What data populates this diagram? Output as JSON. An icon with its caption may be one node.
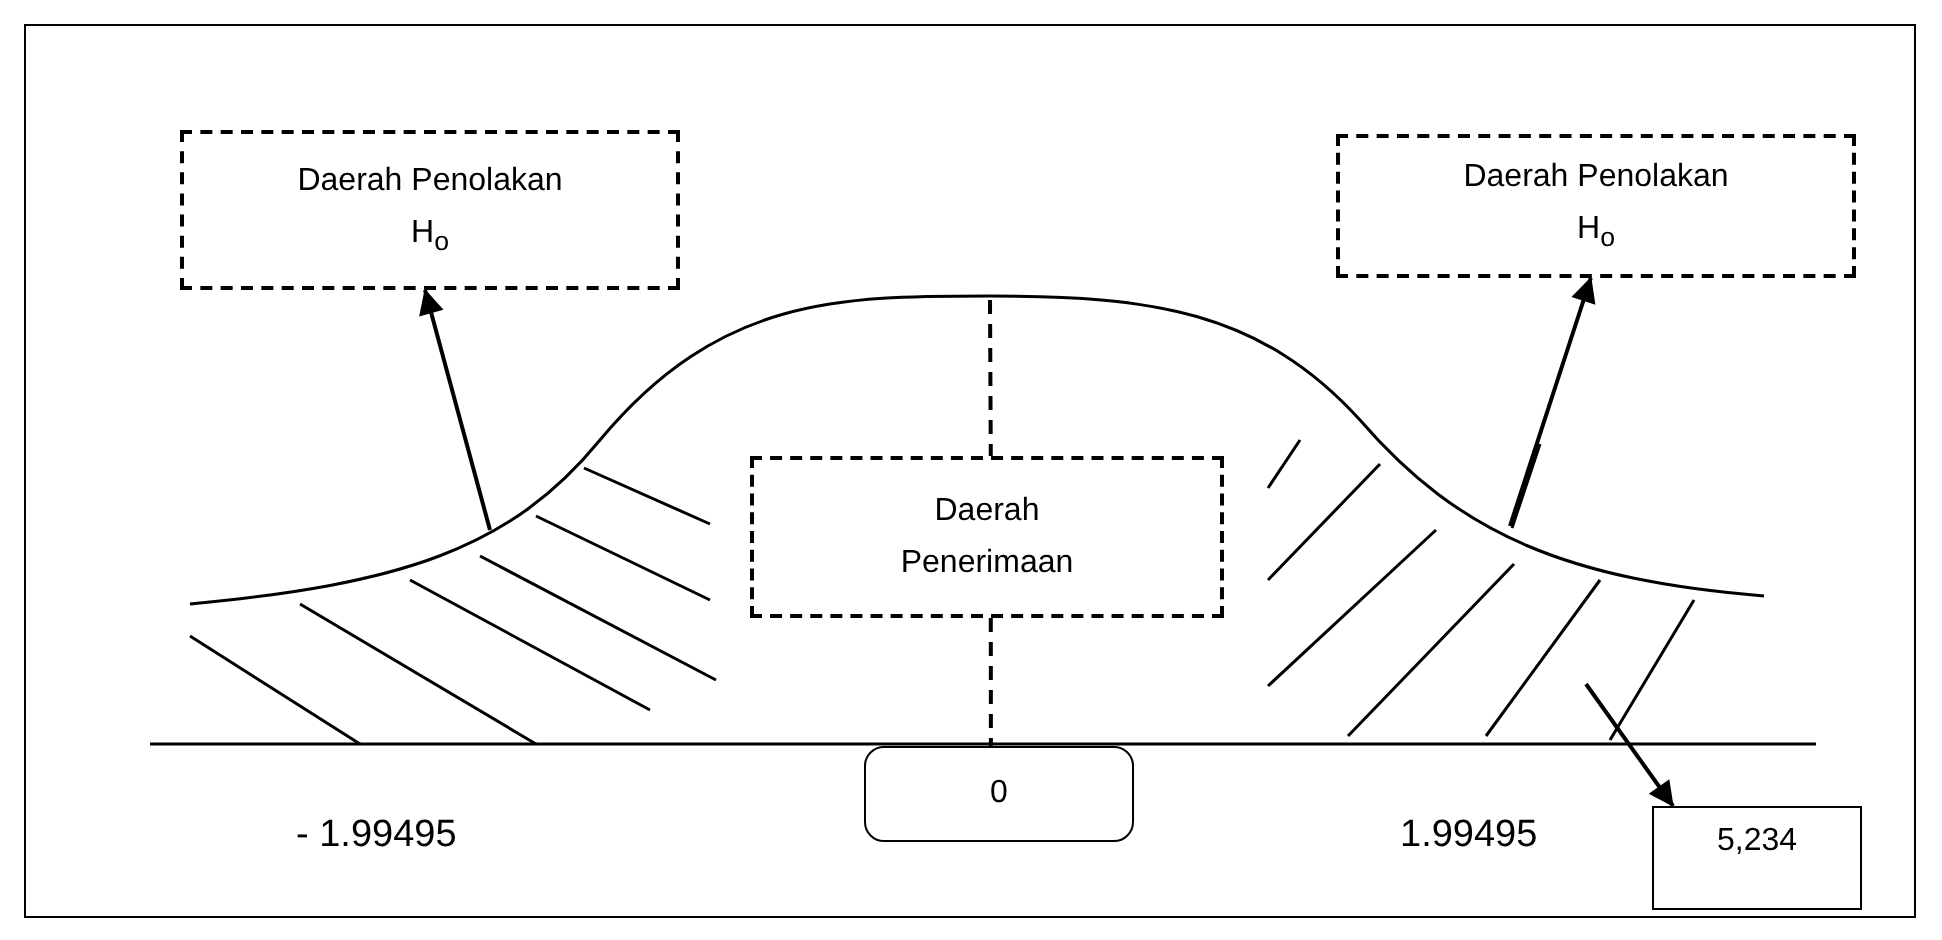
{
  "diagram": {
    "nodes": [
      {
        "text": [
          "Daerah Penolakan H$_{o}$"
        ]
      },
      {
        "text": [
          "Daerah Penolakan H$_{o}$"
        ]
      },
      {
        "text": [
          "Daerah Penerimaan"
        ]
      },
      {
        "text": [
          "0"
        ]
      },
      {
        "text": [
          "5,234"
        ]
      }
    ],
    "edges": [
      {
        "from": null,
        "to": 0,
        "arrow": "to"
      },
      {
        "from": null,
        "to": 1,
        "arrow": "to"
      },
      {
        "from": null,
        "to": 2,
        "arrow": "none",
        "style": "dashed"
      },
      {
        "from": 2,
        "to": 3,
        "arrow": "none",
        "style": "dashed"
      },
      {
        "from": null,
        "to": 4,
        "arrow": "to"
      }
    ],
    "labels": [
      "- 1.99495",
      "1.99495"
    ]
  }
}
